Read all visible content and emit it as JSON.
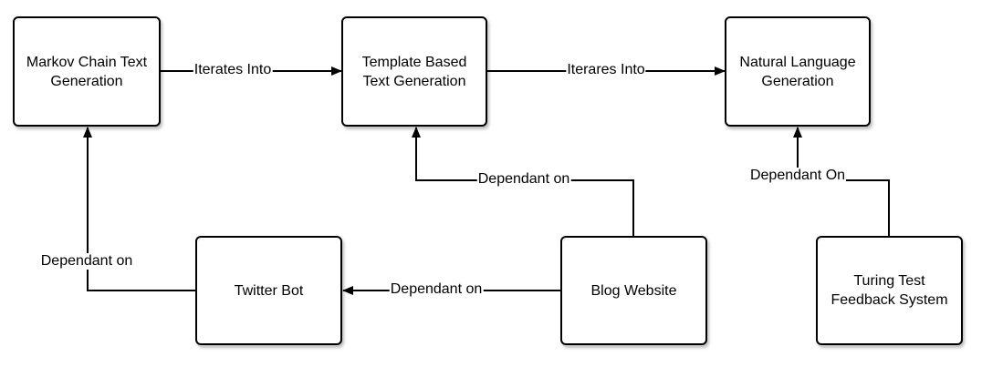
{
  "nodes": {
    "markov": "Markov Chain Text\nGeneration",
    "template": "Template Based\nText Generation",
    "nlg": "Natural Language\nGeneration",
    "twitter": "Twitter Bot",
    "blog": "Blog Website",
    "turing": "Turing Test\nFeedback System"
  },
  "edges": {
    "markov_to_template": "Iterates Into",
    "template_to_nlg": "Iterares Into",
    "blog_to_template": "Dependant on",
    "turing_to_nlg": "Dependant On",
    "blog_to_twitter": "Dependant on",
    "twitter_to_markov": "Dependant on"
  }
}
